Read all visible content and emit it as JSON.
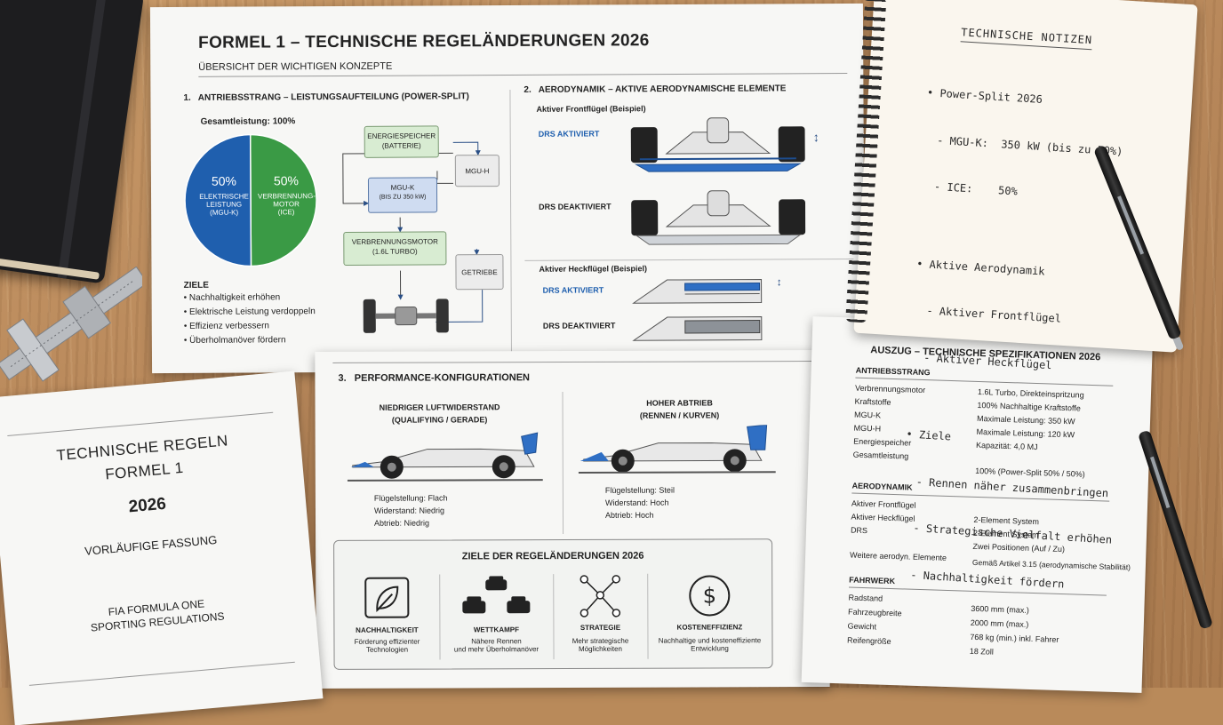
{
  "main_sheet": {
    "title": "FORMEL 1 – TECHNISCHE REGELÄNDERUNGEN 2026",
    "subtitle": "ÜBERSICHT DER WICHTIGEN KONZEPTE",
    "section1": {
      "heading": "1.   ANTRIEBSSTRANG – LEISTUNGSAUFTEILUNG (POWER-SPLIT)",
      "total_label": "Gesamtleistung: 100%",
      "pie": [
        {
          "pct": "50%",
          "label1": "ELEKTRISCHE",
          "label2": "LEISTUNG",
          "label3": "(MGU-K)",
          "value": 50,
          "color": "#1f5fae"
        },
        {
          "pct": "50%",
          "label1": "VERBRENNUNG-",
          "label2": "MOTOR",
          "label3": "(ICE)",
          "value": 50,
          "color": "#3a9a45"
        }
      ],
      "goals_heading": "ZIELE",
      "goals": [
        "Nachhaltigkeit erhöhen",
        "Elektrische Leistung verdoppeln",
        "Effizienz verbessern",
        "Überholmanöver fördern"
      ],
      "nodes": {
        "battery1": "ENERGIESPEICHER",
        "battery2": "(BATTERIE)",
        "mguh": "MGU-H",
        "mguk1": "MGU-K",
        "mguk2": "(BIS ZU 350 kW)",
        "engine1": "VERBRENNUNGSMOTOR",
        "engine2": "(1.6L TURBO)",
        "gearbox": "GETRIEBE"
      }
    },
    "section2": {
      "heading": "2.   AERODYNAMIK – AKTIVE AERODYNAMISCHE ELEMENTE",
      "front_title": "Aktiver Frontflügel (Beispiel)",
      "rear_title": "Aktiver Heckflügel (Beispiel)",
      "drs_on": "DRS AKTIVIERT",
      "drs_off": "DRS DEAKTIVIERT"
    }
  },
  "perf_sheet": {
    "heading": "3.   PERFORMANCE-KONFIGURATIONEN",
    "low": {
      "title1": "NIEDRIGER LUFTWIDERSTAND",
      "title2": "(QUALIFYING / GERADE)",
      "rows": [
        "Flügelstellung: Flach",
        "Widerstand:  Niedrig",
        "Abtrieb:  Niedrig"
      ]
    },
    "high": {
      "title1": "HOHER ABTRIEB",
      "title2": "(RENNEN / KURVEN)",
      "rows": [
        "Flügelstellung:  Steil",
        "Widerstand:  Hoch",
        "Abtrieb:  Hoch"
      ]
    },
    "goals_heading": "ZIELE DER REGELÄNDERUNGEN 2026",
    "goals": [
      {
        "title": "NACHHALTIGKEIT",
        "line1": "Förderung effizienter",
        "line2": "Technologien",
        "icon": "leaf-icon"
      },
      {
        "title": "WETTKAMPF",
        "line1": "Nähere Rennen",
        "line2": "und mehr Überholmanöver",
        "icon": "cars-icon"
      },
      {
        "title": "STRATEGIE",
        "line1": "Mehr strategische",
        "line2": "Möglichkeiten",
        "icon": "network-icon"
      },
      {
        "title": "KOSTENEFFIZIENZ",
        "line1": "Nachhaltige und kosteneffiziente",
        "line2": "Entwicklung",
        "icon": "dollar-icon"
      }
    ]
  },
  "specs_sheet": {
    "title": "AUSZUG – TECHNISCHE SPEZIFIKATIONEN 2026",
    "groups": [
      {
        "heading": "ANTRIEBSSTRANG",
        "rows": [
          [
            "Verbrennungsmotor",
            "1.6L Turbo, Direkteinspritzung"
          ],
          [
            "Kraftstoffe",
            "100% Nachhaltige Kraftstoffe"
          ],
          [
            "MGU-K",
            "Maximale Leistung: 350 kW"
          ],
          [
            "MGU-H",
            "Maximale Leistung: 120 kW"
          ],
          [
            "Energiespeicher",
            "Kapazität: 4,0 MJ"
          ],
          [
            "Gesamtleistung",
            "100% (Power-Split 50% / 50%)"
          ]
        ]
      },
      {
        "heading": "AERODYNAMIK",
        "rows": [
          [
            "Aktiver Frontflügel",
            "2-Element System"
          ],
          [
            "Aktiver Heckflügel",
            "2-Element System"
          ],
          [
            "DRS",
            "Zwei Positionen (Auf / Zu)"
          ],
          [
            "Weitere aerodyn. Elemente",
            "Gemäß Artikel 3.15 (aerodynamische Stabilität)"
          ]
        ]
      },
      {
        "heading": "FAHRWERK",
        "rows": [
          [
            "Radstand",
            "3600 mm (max.)"
          ],
          [
            "Fahrzeugbreite",
            "2000 mm (max.)"
          ],
          [
            "Gewicht",
            "768 kg (min.) inkl. Fahrer"
          ],
          [
            "Reifengröße",
            "18 Zoll"
          ]
        ]
      }
    ]
  },
  "notebook": {
    "title": "TECHNISCHE NOTIZEN",
    "lines": [
      "• Power-Split 2026",
      "  - MGU-K:  350 kW (bis zu 50%)",
      "  - ICE:    50%",
      "",
      "• Aktive Aerodynamik",
      "  - Aktiver Frontflügel",
      "  - Aktiver Heckflügel",
      "",
      "• Ziele",
      "  - Rennen näher zusammenbringen",
      "  - Strategische Vielfalt erhöhen",
      "  - Nachhaltigkeit fördern"
    ]
  },
  "booklet": {
    "line1": "TECHNISCHE REGELN",
    "line2": "FORMEL 1",
    "year": "2026",
    "subtitle": "VORLÄUFIGE FASSUNG",
    "org1": "FIA FORMULA ONE",
    "org2": "SPORTING REGULATIONS"
  },
  "colors": {
    "accent_blue": "#1f5fae",
    "accent_green": "#3a9a45"
  }
}
